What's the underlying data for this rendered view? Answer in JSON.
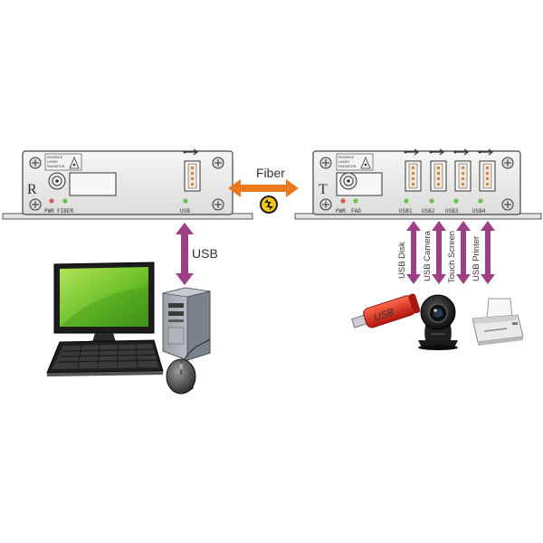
{
  "receiver": {
    "letter": "R",
    "laser_label_lines": [
      "INVISIBLE",
      "LASER",
      "RADIATION"
    ],
    "led_labels": [
      "PWR",
      "FIBER",
      "USB"
    ]
  },
  "transmitter": {
    "letter": "T",
    "laser_label_lines": [
      "INVISIBLE",
      "LASER",
      "RADIATION"
    ],
    "led_labels": [
      "PWR",
      "FAD",
      "USB1",
      "USB2",
      "USB3",
      "USB4"
    ]
  },
  "links": {
    "fiber_label": "Fiber",
    "usb_label": "USB",
    "device_labels": [
      "USB Disk",
      "USB Camera",
      "Touch Screen",
      "USB Printer"
    ]
  },
  "usb_stick_text": "USB",
  "colors": {
    "device_body": "#ecedec",
    "fiber_arrow": "#e8791f",
    "usb_arrow": "#9c3f86",
    "led_red": "#e05a4a",
    "led_green": "#6cc24a",
    "monitor_screen": "#7ccb2e",
    "usb_stick": "#d8281c"
  },
  "icons": [
    "usb-symbol-icon",
    "laser-warning-icon",
    "fiber-connector-icon",
    "hazard-badge-icon"
  ]
}
